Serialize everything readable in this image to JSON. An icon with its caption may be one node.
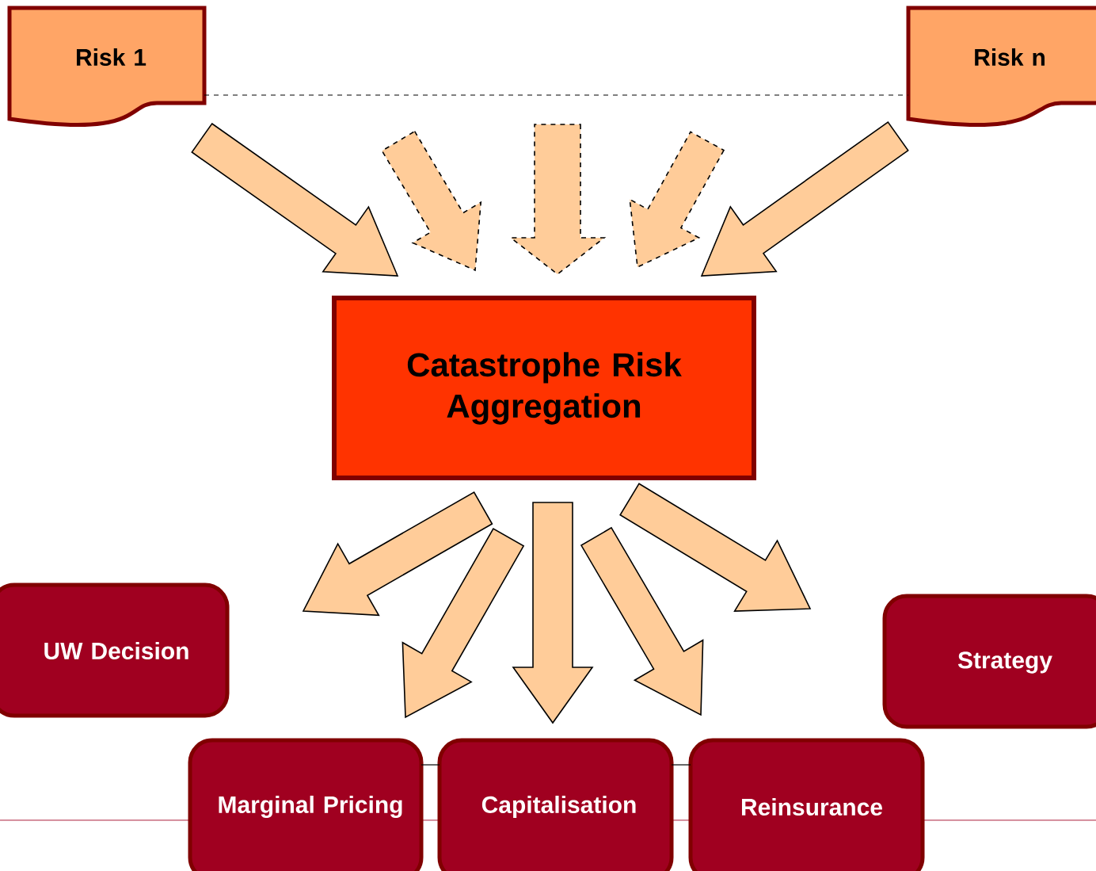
{
  "diagram": {
    "nodes": [
      {
        "text": [
          "Risk 1"
        ]
      },
      {
        "text": [
          "Risk n"
        ]
      },
      {
        "text": [
          "Catastrophe Risk Aggregation"
        ]
      },
      {
        "text": [
          "UW Decision"
        ]
      },
      {
        "text": [
          "Strategy"
        ]
      },
      {
        "text": [
          "Marginal Pricing"
        ]
      },
      {
        "text": [
          "Capitalisation"
        ]
      },
      {
        "text": [
          "Reinsurance"
        ]
      }
    ],
    "edges": [
      {
        "from": 0,
        "to": 1,
        "arrow": "none",
        "style": "dashed"
      },
      {
        "from": 5,
        "to": 6,
        "arrow": "none"
      },
      {
        "from": 6,
        "to": 7,
        "arrow": "none"
      },
      {
        "from": 0,
        "to": 2,
        "arrow": "to"
      },
      {
        "from": null,
        "to": 2,
        "arrow": "to",
        "style": "dashed"
      },
      {
        "from": null,
        "to": 2,
        "arrow": "to",
        "style": "dashed"
      },
      {
        "from": null,
        "to": 2,
        "arrow": "to",
        "style": "dashed"
      },
      {
        "from": 1,
        "to": 2,
        "arrow": "to"
      },
      {
        "from": 2,
        "to": 3,
        "arrow": "to"
      },
      {
        "from": 2,
        "to": 5,
        "arrow": "to"
      },
      {
        "from": 2,
        "to": 6,
        "arrow": "to"
      },
      {
        "from": 2,
        "to": 7,
        "arrow": "to"
      },
      {
        "from": 2,
        "to": 4,
        "arrow": "to"
      }
    ]
  }
}
